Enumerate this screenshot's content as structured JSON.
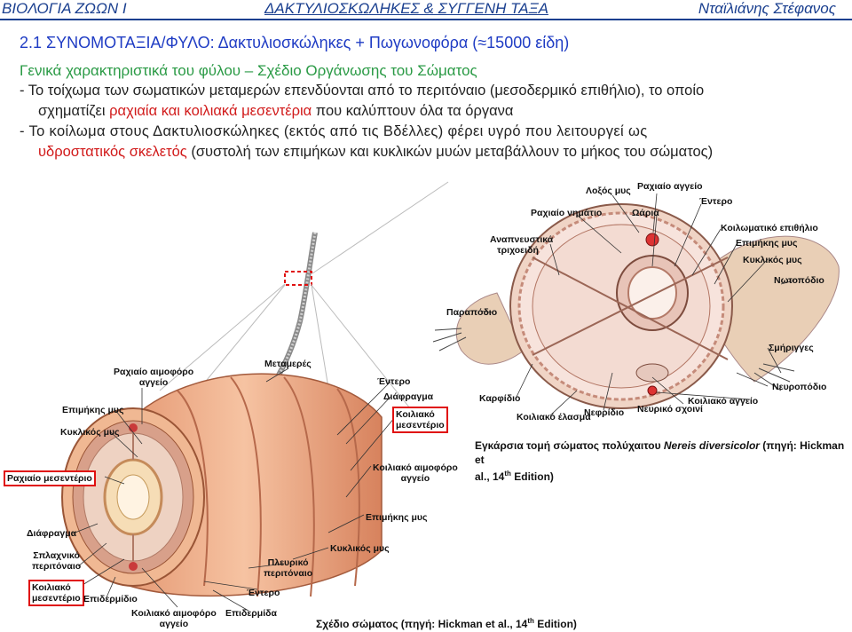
{
  "header": {
    "left": "ΒΙΟΛΟΓΙΑ ΖΩΩΝ Ι",
    "center": "ΔΑΚΤΥΛΙΟΣΚΩΛΗΚΕΣ & ΣΥΓΓΕΝΗ ΤΑΞΑ",
    "right": "Νταϊλιάνης Στέφανος"
  },
  "section_title": "2.1  ΣΥΝΟΜΟΤΑΞΙΑ/ΦΥΛΟ: Δακτυλιοσκώληκες + Πωγωνοφόρα (≈15000 είδη)",
  "subtitle": "Γενικά χαρακτηριστικά του φύλου – Σχέδιο Οργάνωσης του Σώματος",
  "bullet1": {
    "line1": "- Το τοίχωμα των σωματικών μεταμερών επενδύονται από το περιτόναιο (μεσοδερμικό επιθήλιο), το οποίο",
    "line2_a": "σχηματίζει ",
    "line2_red": "ραχιαία και κοιλιακά μεσεντέρια",
    "line2_b": " που καλύπτουν όλα τα όργανα"
  },
  "bullet2": {
    "line1": "- Το κοίλωμα στους Δακτυλιοσκώληκες (εκτός από τις Βδέλλες) φέρει υγρό που λειτουργεί ως",
    "line2_red": "υδροστατικός σκελετός",
    "line2_b": " (συστολή των επιμήκων και κυκλικών μυών μεταβάλλουν το μήκος του σώματος)"
  },
  "cross_section": {
    "labels": {
      "loxos_mys": "Λοξός μυς",
      "rachiaio_angeio": "Ραχιαίο αγγείο",
      "entero": "Έντερο",
      "rachiaio_nimatio": "Ραχιαίο νημάτιο",
      "oaria": "Ωάρια",
      "koilomatiko": "Κοιλωματικό επιθήλιο",
      "epimikis": "Επιμήκης μυς",
      "anapneystika": "Αναπνευστικά",
      "trichoeidi": "τριχοειδή",
      "kyklikos": "Κυκλικός μυς",
      "notopodio": "Νωτοπόδιο",
      "parapodio": "Παραπόδιο",
      "smirigges": "Σμήριγγες",
      "neyropodio": "Νευροπόδιο",
      "karfidio": "Καρφίδιο",
      "koiliako_angeio": "Κοιλιακό αγγείο",
      "neyriko_schoini": "Νευρικό σχοινί",
      "nefridio": "Νεφρίδιο",
      "koiliako_elasma": "Κοιλιακό έλασμα"
    },
    "caption_a": "Εγκάρσια τομή σώματος πολύχαιτου ",
    "caption_species": "Nereis diversicolor",
    "caption_b": " (πηγή: Hickman et",
    "caption_c": "al., 14",
    "caption_sup": "th",
    "caption_d": " Edition)"
  },
  "body_plan": {
    "labels": {
      "rachiaio_aimoforo": "Ραχιαίο αιμοφόρο",
      "angeio": "αγγείο",
      "metameres": "Μεταμερές",
      "entero": "Έντερο",
      "diafragma_top": "Διάφραγμα",
      "koiliako_mesenterio_1": "Κοιλιακό",
      "koiliako_mesenterio_2": "μεσεντέριο",
      "epimikis": "Επιμήκης μυς",
      "kyklikos": "Κυκλικός μυς",
      "rachiaio_mesenterio": "Ραχιαίο μεσεντέριο",
      "koiliako_aimoforo": "Κοιλιακό αιμοφόρο",
      "angeio2": "αγγείο",
      "epimikis2": "Επιμήκης μυς",
      "diafragma": "Διάφραγμα",
      "kyklikos2": "Κυκλικός μυς",
      "splachniko_1": "Σπλαχνικό",
      "splachniko_2": "περιτόναιο",
      "pleyriko_1": "Πλευρικό",
      "pleyriko_2": "περιτόναιο",
      "koiliako_bottom_1": "Κοιλιακό",
      "koiliako_bottom_2": "μεσεντέριο",
      "entero2": "Έντερο",
      "epidermidio": "Επιδερμίδιο",
      "koiliako_aimoforo2": "Κοιλιακό αιμοφόρο",
      "angeio3": "αγγείο",
      "epidermida": "Επιδερμίδα"
    },
    "caption_a": "Σχέδιο σώματος (πηγή: Hickman et al., 14",
    "caption_sup": "th",
    "caption_b": " Edition)"
  }
}
